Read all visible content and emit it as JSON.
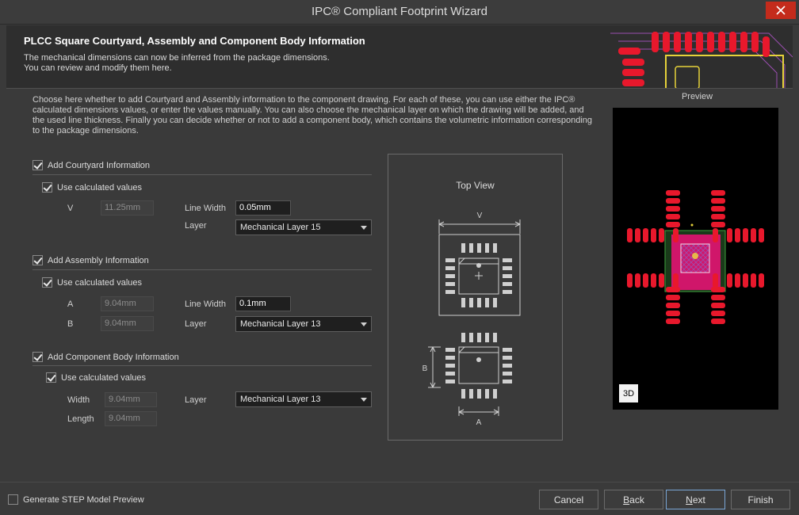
{
  "window": {
    "title": "IPC® Compliant Footprint Wizard"
  },
  "header": {
    "title": "PLCC Square Courtyard, Assembly and Component Body Information",
    "subtitle_line1": "The mechanical dimensions can now be inferred from the package dimensions.",
    "subtitle_line2": "You can review and modify them here."
  },
  "intro": "Choose here whether to add Courtyard and Assembly information to the component drawing. For each of these, you can use either the IPC® calculated dimensions values, or enter the values manually. You can also choose the mechanical layer on which the drawing will be added, and the used line thickness. Finally you can decide whether or not to add a component body, which contains the volumetric information corresponding to the package dimensions.",
  "courtyard": {
    "label": "Add Courtyard Information",
    "checked": true,
    "use_calc_label": "Use calculated values",
    "use_calc": true,
    "v_label": "V",
    "v_value": "11.25mm",
    "line_width_label": "Line Width",
    "line_width_value": "0.05mm",
    "layer_label": "Layer",
    "layer_value": "Mechanical Layer 15"
  },
  "assembly": {
    "label": "Add Assembly Information",
    "checked": true,
    "use_calc_label": "Use calculated values",
    "use_calc": true,
    "a_label": "A",
    "a_value": "9.04mm",
    "b_label": "B",
    "b_value": "9.04mm",
    "line_width_label": "Line Width",
    "line_width_value": "0.1mm",
    "layer_label": "Layer",
    "layer_value": "Mechanical Layer 13"
  },
  "body": {
    "label": "Add Component Body Information",
    "checked": true,
    "use_calc_label": "Use calculated values",
    "use_calc": true,
    "width_label": "Width",
    "width_value": "9.04mm",
    "length_label": "Length",
    "length_value": "9.04mm",
    "layer_label": "Layer",
    "layer_value": "Mechanical Layer 13"
  },
  "topview": {
    "title": "Top View",
    "dim_v": "V",
    "dim_b": "B",
    "dim_a": "A"
  },
  "preview": {
    "label": "Preview",
    "btn_3d": "3D"
  },
  "footer": {
    "step_label": "Generate STEP Model Preview",
    "step_checked": false,
    "cancel": "Cancel",
    "back_u": "B",
    "back_rest": "ack",
    "next_u": "N",
    "next_rest": "ext",
    "finish": "Finish"
  },
  "colors": {
    "accent": "#7aa6d6",
    "pad": "#e8182c",
    "close": "#c42b1c"
  }
}
